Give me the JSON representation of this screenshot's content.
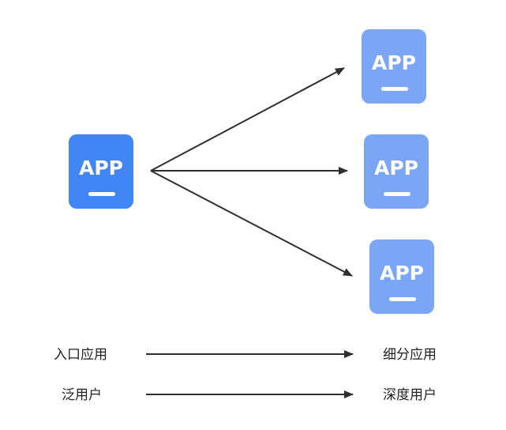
{
  "app_icon_label": "APP",
  "colors": {
    "source_app": "#4285F4",
    "target_app": "#7BA6F6",
    "arrow": "#2f2f2f",
    "text": "#222222"
  },
  "legend": {
    "row1": {
      "left": "入口应用",
      "right": "细分应用"
    },
    "row2": {
      "left": "泛用户",
      "right": "深度用户"
    }
  }
}
